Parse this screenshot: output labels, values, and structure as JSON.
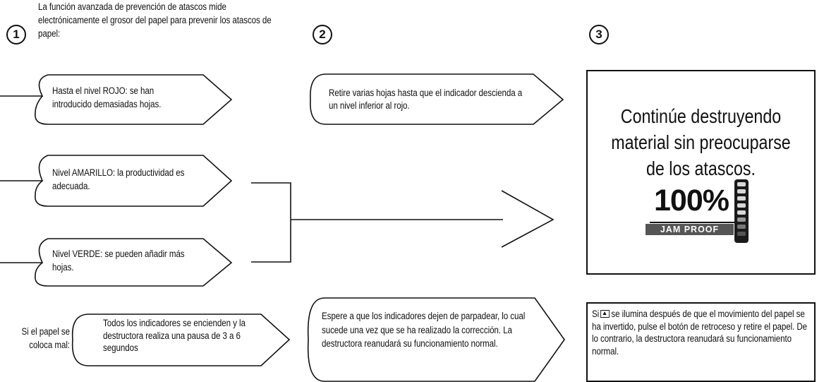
{
  "steps": [
    "1",
    "2",
    "3"
  ],
  "intro": "La función avanzada de prevención de atascos mide electrónicamente el grosor del papel para prevenir los atascos de papel:",
  "levels": {
    "red": "Hasta el nivel ROJO: se han introducido demasiadas hojas.",
    "yellow": "Nivel AMARILLO: la productividad es adecuada.",
    "green": "Nivel VERDE: se pueden añadir más hojas."
  },
  "misfeed": {
    "label": "Si el papel se coloca mal:",
    "description": "Todos los indicadores se encienden y la destructora realiza una pausa de 3 a 6 segundos"
  },
  "step2": {
    "red_action": "Retire varias hojas hasta que el indicador descienda a un nivel inferior al rojo.",
    "misfeed_action": "Espere a que los indicadores dejen de parpadear, lo cual sucede una vez que se ha realizado la corrección. La destructora reanudará su funcionamiento normal."
  },
  "step3": {
    "result": "Continúe destruyendo material sin preocuparse de los atascos.",
    "logo_main": "100%",
    "logo_sub": "JAM PROOF",
    "note_prefix": "Si",
    "note_icon": "reverse-button-icon",
    "note_text": "se ilumina después de que el movimiento del papel se ha invertido, pulse el botón de retroceso y retire el papel. De lo contrario, la destructora reanudará su funcionamiento normal."
  }
}
